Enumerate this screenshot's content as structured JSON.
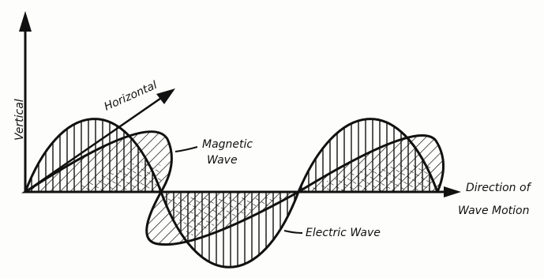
{
  "labels": {
    "vertical": "Vertical",
    "horizontal": "Horizontal",
    "magnetic_wave_line1": "Magnetic",
    "magnetic_wave_line2": "Wave",
    "electric_wave": "Electric Wave",
    "direction_line1": "Direction of",
    "direction_line2": "Wave Motion"
  },
  "colors": {
    "ink": "#111111",
    "paper": "#fdfdfb"
  }
}
